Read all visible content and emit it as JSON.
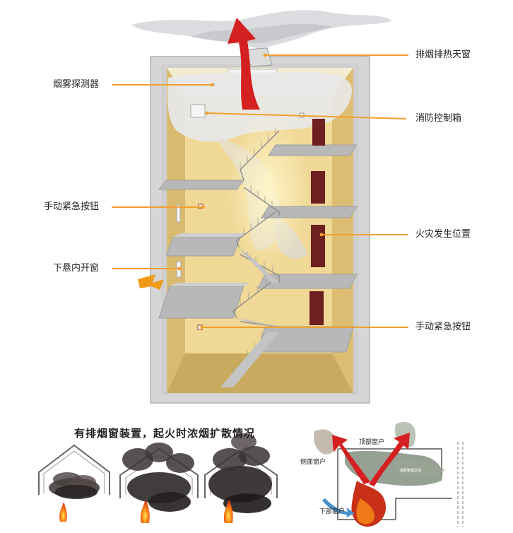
{
  "callouts": {
    "smoke_vent_skylight": "排烟排热天窗",
    "smoke_detector": "烟雾探测器",
    "fire_control_box": "消防控制箱",
    "manual_button_left": "手动紧急按钮",
    "fire_location": "火灾发生位置",
    "bottom_hung_window": "下悬内开窗",
    "manual_button_right": "手动紧急按钮"
  },
  "bottom_caption": "有排烟窗装置，起火时浓烟扩散情况",
  "inset": {
    "top_window": "顶部窗户",
    "side_window": "侧面窗户",
    "lower_window": "下部窗户",
    "smoke_layer_note": "烟雾聚集区域"
  },
  "colors": {
    "accent_line": "#f0a030",
    "arrow_red": "#d42020",
    "wall_yellow": "#ecd28c",
    "shell_gray": "#d5d5d5"
  }
}
